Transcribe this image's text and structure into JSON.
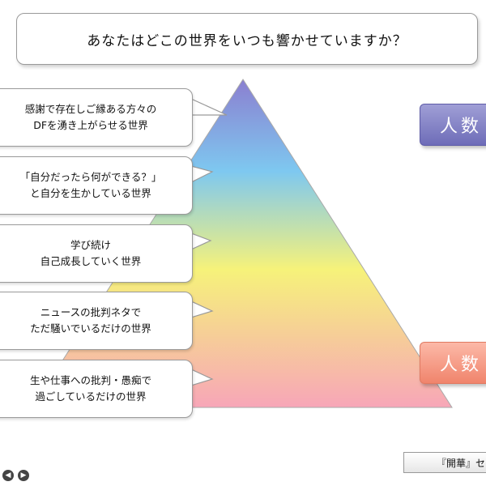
{
  "title": "あなたはどこの世界をいつも響かせていますか？",
  "levels": [
    {
      "line1": "感謝で存在しご縁ある方々の",
      "line2": "DFを湧き上がらせる世界"
    },
    {
      "line1": "「自分だったら何ができる？」",
      "line2": "と自分を生かしている世界"
    },
    {
      "line1": "学び続け",
      "line2": "自己成長していく世界"
    },
    {
      "line1": "ニュースの批判ネタで",
      "line2": "ただ騒いでいるだけの世界"
    },
    {
      "line1": "生や仕事への批判・愚痴で",
      "line2": "過ごしているだけの世界"
    }
  ],
  "top_label": "人数",
  "bottom_label": "人数",
  "footer_label": "『開華』セ",
  "colors": {
    "pyramid_top": "#8b7fd0",
    "pyramid_upper": "#7ec8f0",
    "pyramid_middle": "#f6f27a",
    "pyramid_bottom": "#f7a6b8",
    "top_label_bg": "#7f7dc4",
    "bottom_label_bg": "#f4967f"
  },
  "icons": {
    "prev": "nav-prev-icon",
    "next": "nav-next-icon",
    "cursor": "mouse-cursor-icon"
  }
}
